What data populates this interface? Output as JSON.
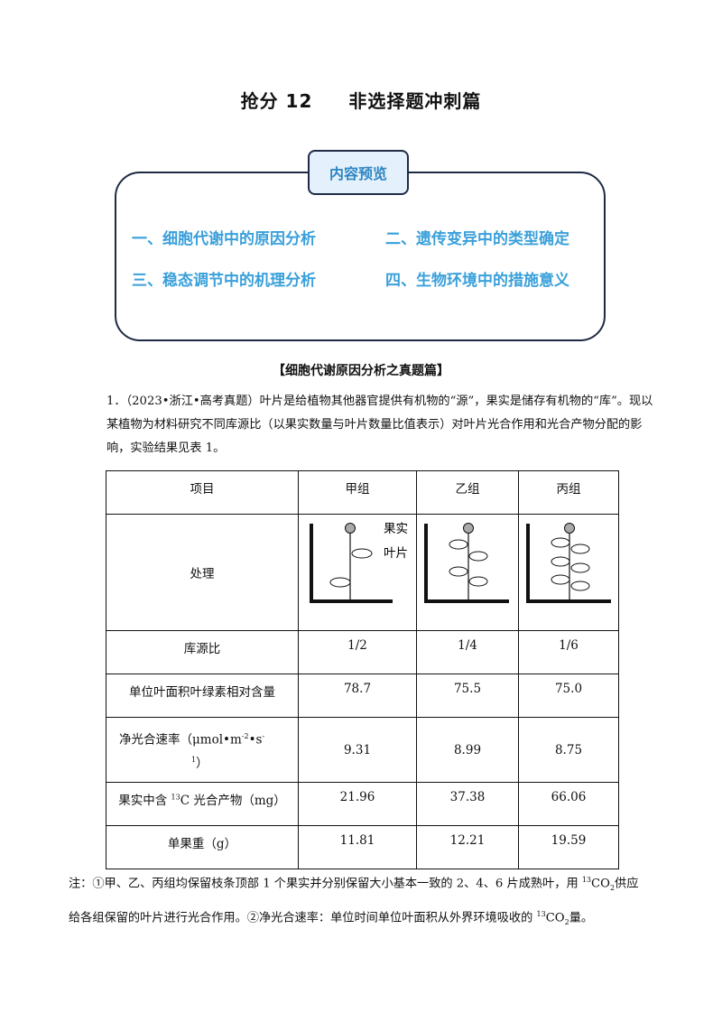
{
  "header": {
    "title_left": "抢分 12",
    "title_right": "非选择题冲刺篇"
  },
  "preview": {
    "tab_label": "内容预览",
    "items": [
      "一、细胞代谢中的原因分析",
      "二、遗传变异中的类型确定",
      "三、稳态调节中的机理分析",
      "四、生物环境中的措施意义"
    ]
  },
  "section_heading": "【细胞代谢原因分析之真题篇】",
  "question": {
    "text": "1．（2023•浙江•高考真题）叶片是给植物其他器官提供有机物的“源”，果实是储存有机物的“库”。现以某植物为材料研究不同库源比（以果实数量与叶片数量比值表示）对叶片光合作用和光合产物分配的影响，实验结果见表 1。"
  },
  "table": {
    "headers": [
      "项目",
      "甲组",
      "乙组",
      "丙组"
    ],
    "treatment_label": "处理",
    "diagram_labels": {
      "fruit": "果实",
      "leaf": "叶片"
    },
    "leaf_counts": [
      2,
      4,
      6
    ],
    "rows": [
      {
        "label": "库源比",
        "values": [
          "1/2",
          "1/4",
          "1/6"
        ]
      },
      {
        "label": "单位叶面积叶绿素相对含量",
        "values": [
          "78.7",
          "75.5",
          "75.0"
        ]
      },
      {
        "label_main": "净光合速率（μmol•m",
        "label_sup1": "-2",
        "label_mid": "•s",
        "label_sup2": "-",
        "label_line2_sup": "1",
        "label_line2": "）",
        "values": [
          "9.31",
          "8.99",
          "8.75"
        ]
      },
      {
        "label_pre": "果实中含 ",
        "label_sup": "13",
        "label_post": "C 光合产物（mg）",
        "values": [
          "21.96",
          "37.38",
          "66.06"
        ]
      },
      {
        "label": "单果重（g）",
        "values": [
          "11.81",
          "12.21",
          "19.59"
        ]
      }
    ]
  },
  "notes": {
    "line1_pre": "注：①甲、乙、丙组均保留枝条顶部 1 个果实并分别保留大小基本一致的 2、4、6 片成熟叶，用 ",
    "line1_sup": "13",
    "line1_co2": "CO",
    "line1_sub": "2",
    "line1_post": "供应",
    "line2_pre": "给各组保留的叶片进行光合作用。②净光合速率：单位时间单位叶面积从外界环境吸收的 ",
    "line2_sup": "13",
    "line2_co2": "CO",
    "line2_sub": "2",
    "line2_post": "量。"
  }
}
